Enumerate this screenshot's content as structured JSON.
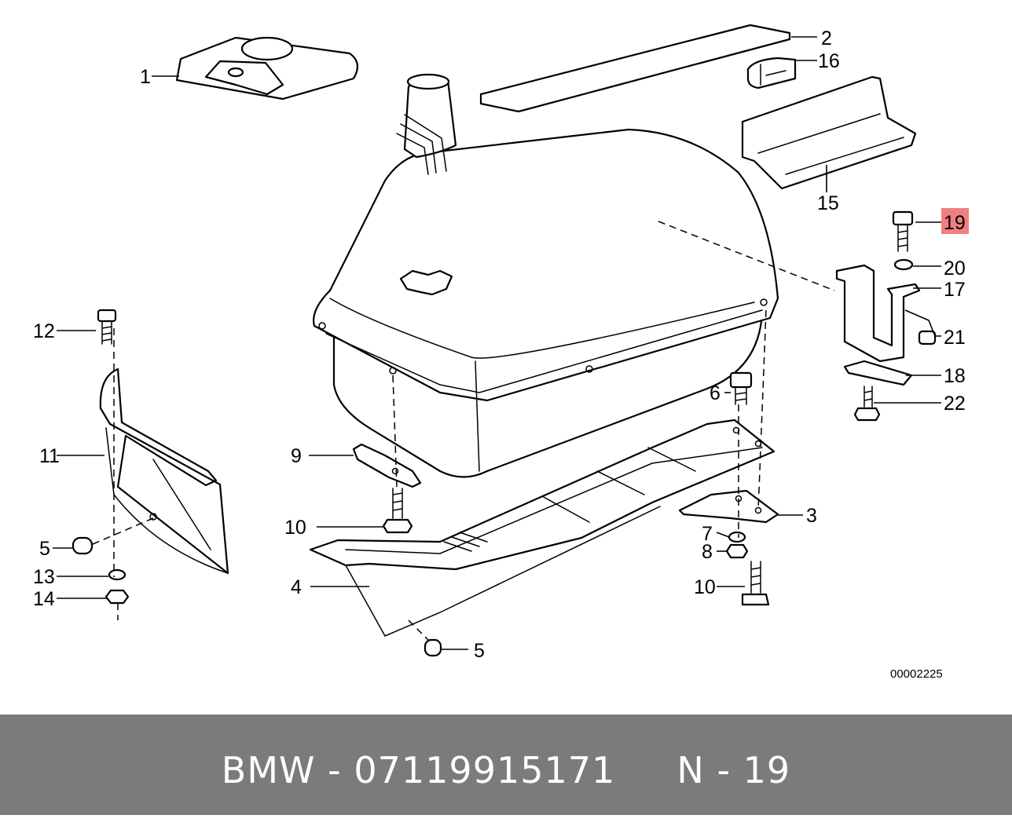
{
  "diagram": {
    "callouts": {
      "c1": "1",
      "c2": "2",
      "c3": "3",
      "c4": "4",
      "c5a": "5",
      "c5b": "5",
      "c6": "6",
      "c7": "7",
      "c8": "8",
      "c9": "9",
      "c10a": "10",
      "c10b": "10",
      "c11": "11",
      "c12": "12",
      "c13": "13",
      "c14": "14",
      "c15": "15",
      "c16": "16",
      "c17": "17",
      "c18": "18",
      "c19": "19",
      "c20": "20",
      "c21": "21",
      "c22": "22"
    },
    "highlighted_callout": "19",
    "highlight_color": "#f08080",
    "reference_number": "00002225"
  },
  "footer": {
    "caption": "BMW - 07119915171     N - 19",
    "background_color": "#7b7b7b"
  }
}
